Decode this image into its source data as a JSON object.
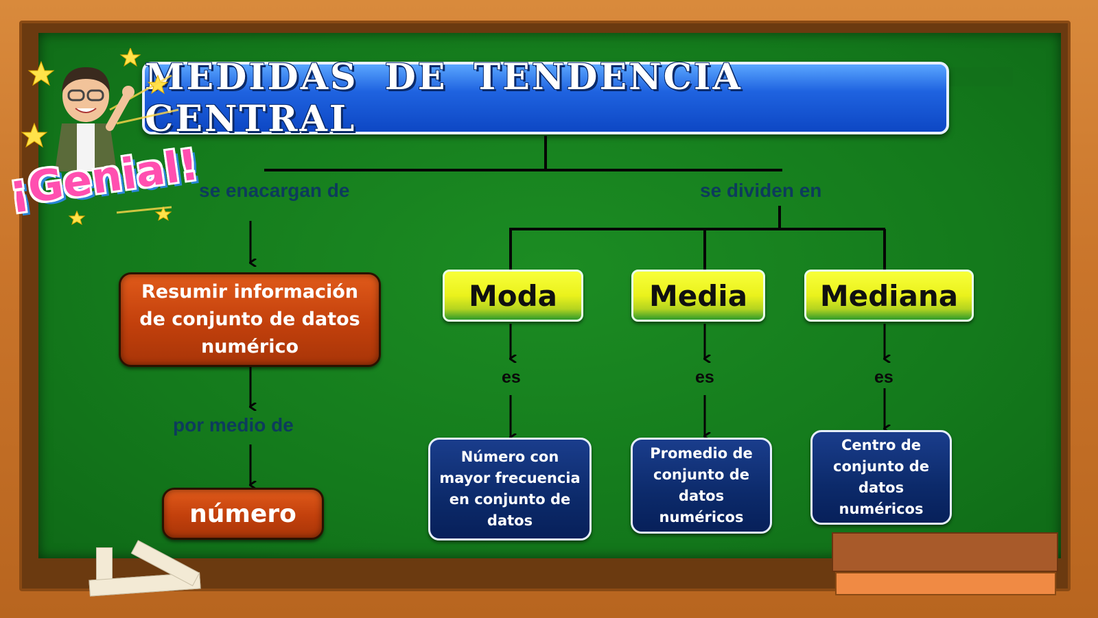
{
  "title": "MEDIDAS DE TENDENCIA CENTRAL",
  "links": {
    "left": "se enacargan de",
    "right": "se dividen en",
    "por_medio": "por medio de",
    "es": "es"
  },
  "left_branch": {
    "purpose": "Resumir información de conjunto de datos numérico",
    "means": "número"
  },
  "measures": [
    {
      "name": "Moda",
      "definition": "Número con mayor frecuencia en conjunto de datos"
    },
    {
      "name": "Media",
      "definition": "Promedio de conjunto de datos numéricos"
    },
    {
      "name": "Mediana",
      "definition": "Centro de conjunto de datos numéricos"
    }
  ],
  "sticker": {
    "text": "¡Genial!",
    "icon": "teacher-avatar-icon"
  },
  "colors": {
    "board": "#147a1c",
    "frame": "#c9742a",
    "title_box": "#1f63e0",
    "orange_box": "#c2400c",
    "yellow_box": "#eaf21c",
    "navy_box": "#0c2a6a",
    "sticker": "#ff4fb0"
  }
}
